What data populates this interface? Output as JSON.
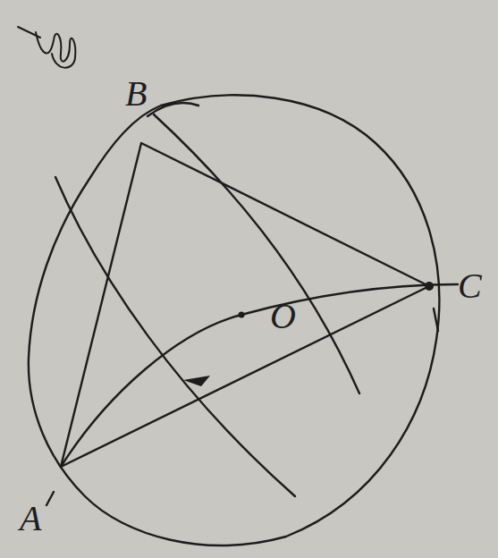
{
  "diagram": {
    "labels": [
      "B",
      "C",
      "O",
      "A"
    ]
  }
}
